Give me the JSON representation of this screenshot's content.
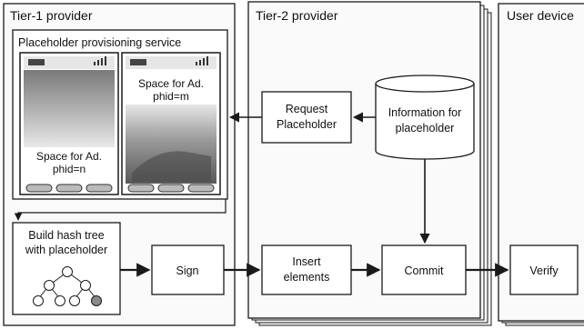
{
  "lanes": {
    "tier1": {
      "title": "Tier-1 provider"
    },
    "tier2": {
      "title": "Tier-2 provider"
    },
    "user": {
      "title": "User device"
    }
  },
  "placeholder_service": {
    "title": "Placeholder provisioning service",
    "phone_left": {
      "ad_line1": "Space for Ad.",
      "ad_line2": "phid=n"
    },
    "phone_right": {
      "ad_line1": "Space for Ad.",
      "ad_line2": "phid=m"
    }
  },
  "boxes": {
    "request_placeholder": {
      "line1": "Request",
      "line2": "Placeholder"
    },
    "info_db": {
      "line1": "Information for",
      "line2": "placeholder"
    },
    "build_hash_tree": {
      "line1": "Build hash tree",
      "line2": "with placeholder"
    },
    "sign": {
      "label": "Sign"
    },
    "insert_elements": {
      "line1": "Insert",
      "line2": "elements"
    },
    "commit": {
      "label": "Commit"
    },
    "verify": {
      "label": "Verify"
    }
  },
  "colors": {
    "line": "#1a1a1a",
    "lane_fill": "#fafafa",
    "box_fill": "#ffffff",
    "screen_dark": "#555555",
    "screen_light": "#c8c8c8",
    "leaf_highlight": "#8a8a8a"
  }
}
